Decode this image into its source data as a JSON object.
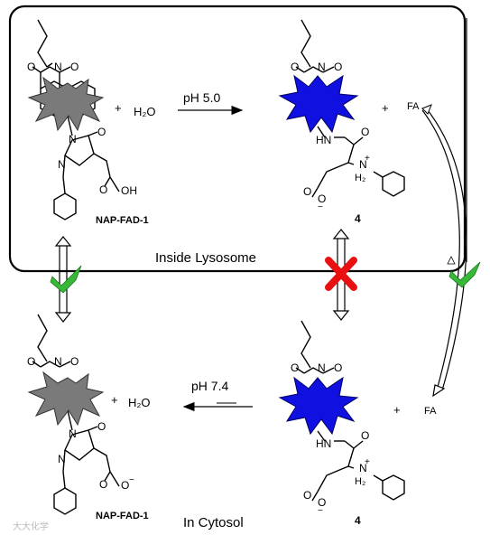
{
  "compartments": {
    "lysosome": "Inside Lysosome",
    "cytosol": "In Cytosol"
  },
  "top_reaction": {
    "reactant_name": "NAP-FAD-1",
    "plus_1": "+",
    "water": "H₂O",
    "condition": "pH 5.0",
    "product_number": "4",
    "plus_2": "+",
    "byproduct": "FA"
  },
  "bottom_reaction": {
    "reactant_name": "NAP-FAD-1",
    "plus_1": "+",
    "water": "H₂O",
    "condition": "pH 7.4",
    "product_number": "4",
    "plus_2": "+",
    "byproduct": "FA"
  },
  "atoms": {
    "O": "O",
    "N": "N",
    "OH": "OH",
    "NH": "NH",
    "HN": "HN",
    "O_minus": "O",
    "minus": "−",
    "plus": "+",
    "H2": "H₂",
    "N_plus": "N"
  },
  "watermark": "大大化学",
  "colors": {
    "naphthalimide_core_neutral": "#7a7a7a",
    "naphthalimide_core_fluorescent": "#1010e0",
    "blocked_cross": "#e81010",
    "passable_check": "#38b838",
    "membrane_outline": "#000000"
  }
}
